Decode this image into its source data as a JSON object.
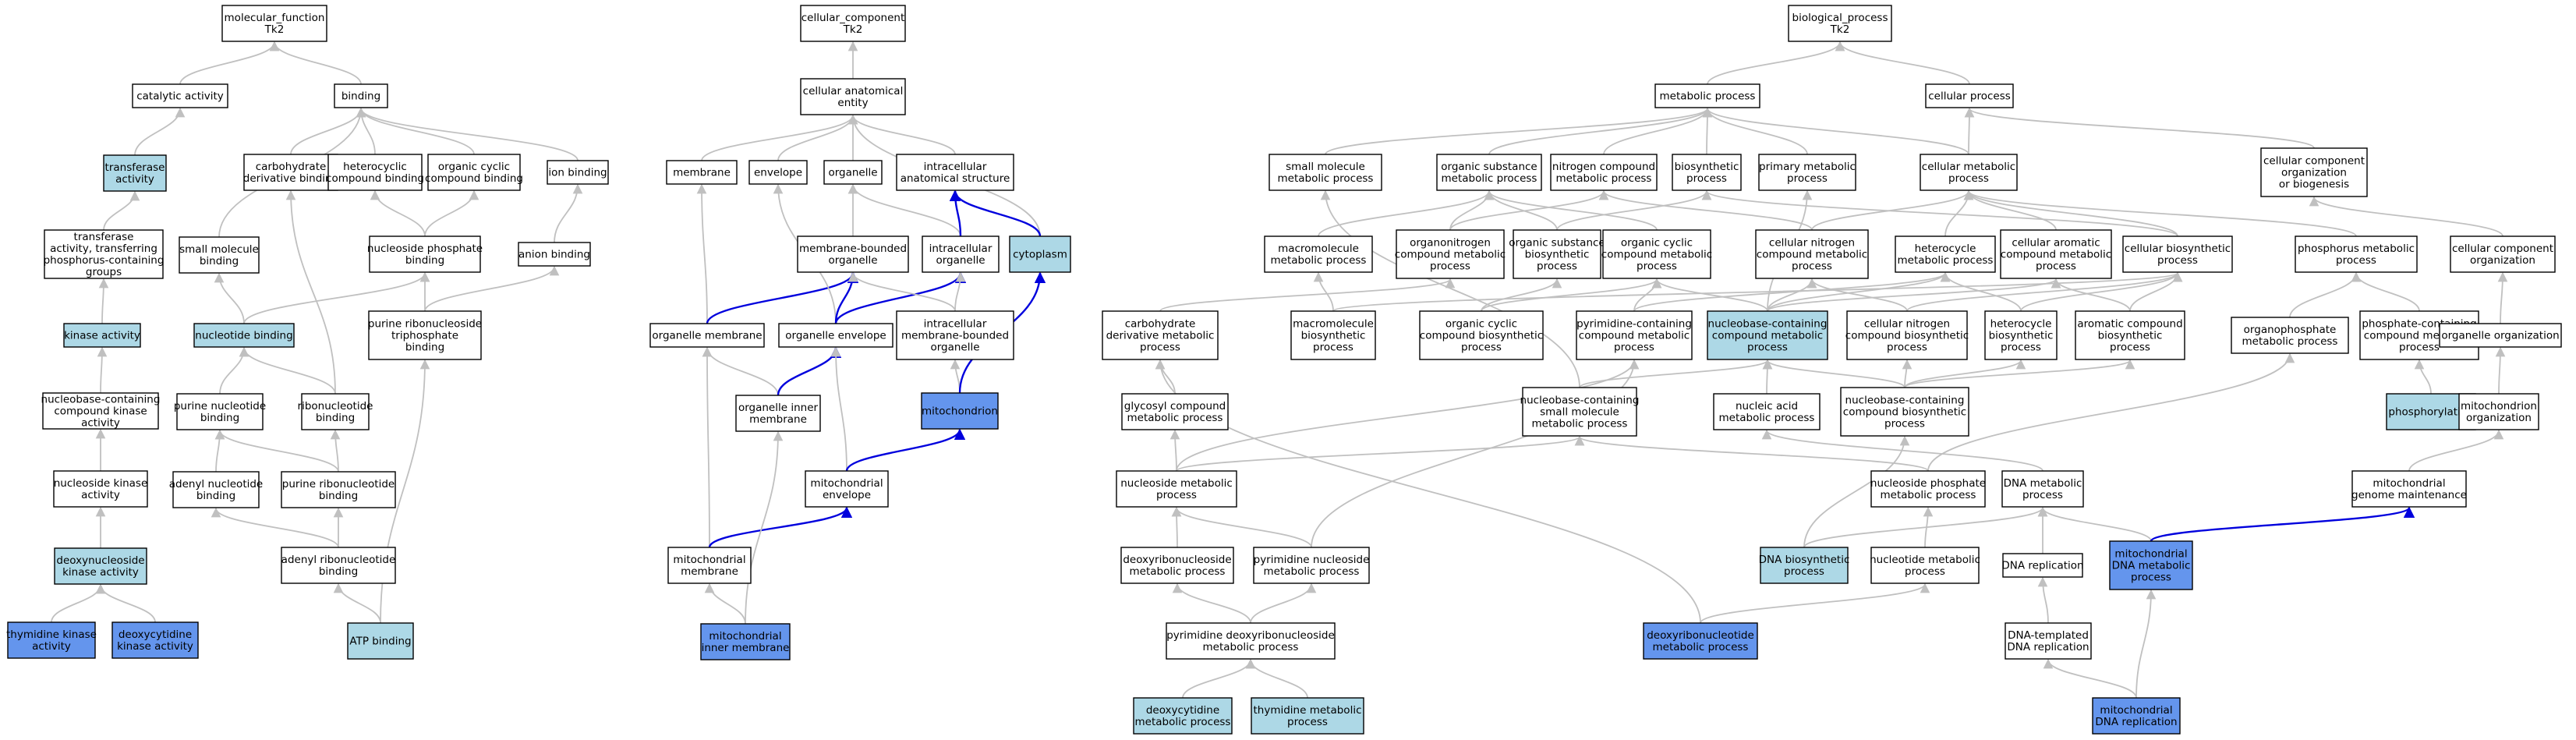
{
  "colors": {
    "plain": "#ffffff",
    "light": "#add8e6",
    "dark": "#6495ed",
    "gray_edge": "#c0c0c0",
    "blue_edge": "#0000dd"
  },
  "nodes": [
    {
      "id": "mf",
      "lines": [
        "molecular_function",
        "Tk2"
      ],
      "fill": "plain"
    },
    {
      "id": "cat",
      "lines": [
        "catalytic activity"
      ],
      "fill": "plain"
    },
    {
      "id": "bind",
      "lines": [
        "binding"
      ],
      "fill": "plain"
    },
    {
      "id": "trans",
      "lines": [
        "transferase",
        "activity"
      ],
      "fill": "light"
    },
    {
      "id": "tphos",
      "lines": [
        "transferase",
        "activity, transferring",
        "phosphorus-containing",
        "groups"
      ],
      "fill": "plain"
    },
    {
      "id": "kin",
      "lines": [
        "kinase activity"
      ],
      "fill": "light"
    },
    {
      "id": "nbcck",
      "lines": [
        "nucleobase-containing",
        "compound kinase",
        "activity"
      ],
      "fill": "plain"
    },
    {
      "id": "nsk",
      "lines": [
        "nucleoside kinase",
        "activity"
      ],
      "fill": "plain"
    },
    {
      "id": "dnk",
      "lines": [
        "deoxynucleoside",
        "kinase activity"
      ],
      "fill": "light"
    },
    {
      "id": "tk",
      "lines": [
        "thymidine kinase",
        "activity"
      ],
      "fill": "dark"
    },
    {
      "id": "dck",
      "lines": [
        "deoxycytidine",
        "kinase activity"
      ],
      "fill": "dark"
    },
    {
      "id": "smb",
      "lines": [
        "small molecule",
        "binding"
      ],
      "fill": "plain"
    },
    {
      "id": "nucb",
      "lines": [
        "nucleotide binding"
      ],
      "fill": "light"
    },
    {
      "id": "carb",
      "lines": [
        "carbohydrate",
        "derivative binding"
      ],
      "fill": "plain"
    },
    {
      "id": "hetb",
      "lines": [
        "heterocyclic",
        "compound binding"
      ],
      "fill": "plain"
    },
    {
      "id": "ocb",
      "lines": [
        "organic cyclic",
        "compound binding"
      ],
      "fill": "plain"
    },
    {
      "id": "ionb",
      "lines": [
        "ion binding"
      ],
      "fill": "plain"
    },
    {
      "id": "anb",
      "lines": [
        "anion binding"
      ],
      "fill": "plain"
    },
    {
      "id": "npb",
      "lines": [
        "nucleoside phosphate",
        "binding"
      ],
      "fill": "plain"
    },
    {
      "id": "prntb",
      "lines": [
        "purine ribonucleoside",
        "triphosphate",
        "binding"
      ],
      "fill": "plain"
    },
    {
      "id": "purnb",
      "lines": [
        "purine nucleotide",
        "binding"
      ],
      "fill": "plain"
    },
    {
      "id": "ribob",
      "lines": [
        "ribonucleotide",
        "binding"
      ],
      "fill": "plain"
    },
    {
      "id": "adnb",
      "lines": [
        "adenyl nucleotide",
        "binding"
      ],
      "fill": "plain"
    },
    {
      "id": "purrb",
      "lines": [
        "purine ribonucleotide",
        "binding"
      ],
      "fill": "plain"
    },
    {
      "id": "adrb",
      "lines": [
        "adenyl ribonucleotide",
        "binding"
      ],
      "fill": "plain"
    },
    {
      "id": "atpb",
      "lines": [
        "ATP binding"
      ],
      "fill": "light"
    },
    {
      "id": "cc",
      "lines": [
        "cellular_component",
        "Tk2"
      ],
      "fill": "plain"
    },
    {
      "id": "cae",
      "lines": [
        "cellular anatomical",
        "entity"
      ],
      "fill": "plain"
    },
    {
      "id": "mem",
      "lines": [
        "membrane"
      ],
      "fill": "plain"
    },
    {
      "id": "env",
      "lines": [
        "envelope"
      ],
      "fill": "plain"
    },
    {
      "id": "org",
      "lines": [
        "organelle"
      ],
      "fill": "plain"
    },
    {
      "id": "ias",
      "lines": [
        "intracellular",
        "anatomical structure"
      ],
      "fill": "plain"
    },
    {
      "id": "mbo",
      "lines": [
        "membrane-bounded",
        "organelle"
      ],
      "fill": "plain"
    },
    {
      "id": "io",
      "lines": [
        "intracellular",
        "organelle"
      ],
      "fill": "plain"
    },
    {
      "id": "cyto",
      "lines": [
        "cytoplasm"
      ],
      "fill": "light"
    },
    {
      "id": "om",
      "lines": [
        "organelle membrane"
      ],
      "fill": "plain"
    },
    {
      "id": "oenv",
      "lines": [
        "organelle envelope"
      ],
      "fill": "plain"
    },
    {
      "id": "imbo",
      "lines": [
        "intracellular",
        "membrane-bounded",
        "organelle"
      ],
      "fill": "plain"
    },
    {
      "id": "oim",
      "lines": [
        "organelle inner",
        "membrane"
      ],
      "fill": "plain"
    },
    {
      "id": "mito",
      "lines": [
        "mitochondrion"
      ],
      "fill": "dark"
    },
    {
      "id": "menv",
      "lines": [
        "mitochondrial",
        "envelope"
      ],
      "fill": "plain"
    },
    {
      "id": "mmem",
      "lines": [
        "mitochondrial",
        "membrane"
      ],
      "fill": "plain"
    },
    {
      "id": "mim",
      "lines": [
        "mitochondrial",
        "inner membrane"
      ],
      "fill": "dark"
    },
    {
      "id": "bp",
      "lines": [
        "biological_process",
        "Tk2"
      ],
      "fill": "plain"
    },
    {
      "id": "mp",
      "lines": [
        "metabolic process"
      ],
      "fill": "plain"
    },
    {
      "id": "cp",
      "lines": [
        "cellular process"
      ],
      "fill": "plain"
    },
    {
      "id": "smmp",
      "lines": [
        "small molecule",
        "metabolic process"
      ],
      "fill": "plain"
    },
    {
      "id": "osmp",
      "lines": [
        "organic substance",
        "metabolic process"
      ],
      "fill": "plain"
    },
    {
      "id": "ncmp",
      "lines": [
        "nitrogen compound",
        "metabolic process"
      ],
      "fill": "plain"
    },
    {
      "id": "bsp",
      "lines": [
        "biosynthetic",
        "process"
      ],
      "fill": "plain"
    },
    {
      "id": "pmp",
      "lines": [
        "primary metabolic",
        "process"
      ],
      "fill": "plain"
    },
    {
      "id": "cmp",
      "lines": [
        "cellular metabolic",
        "process"
      ],
      "fill": "plain"
    },
    {
      "id": "ccob",
      "lines": [
        "cellular component",
        "organization",
        "or biogenesis"
      ],
      "fill": "plain"
    },
    {
      "id": "mmp",
      "lines": [
        "macromolecule",
        "metabolic process"
      ],
      "fill": "plain"
    },
    {
      "id": "oncmp",
      "lines": [
        "organonitrogen",
        "compound metabolic",
        "process"
      ],
      "fill": "plain"
    },
    {
      "id": "osbp",
      "lines": [
        "organic substance",
        "biosynthetic",
        "process"
      ],
      "fill": "plain"
    },
    {
      "id": "occmp",
      "lines": [
        "organic cyclic",
        "compound metabolic",
        "process"
      ],
      "fill": "plain"
    },
    {
      "id": "cncmp",
      "lines": [
        "cellular nitrogen",
        "compound metabolic",
        "process"
      ],
      "fill": "plain"
    },
    {
      "id": "hmp",
      "lines": [
        "heterocycle",
        "metabolic process"
      ],
      "fill": "plain"
    },
    {
      "id": "cacmp",
      "lines": [
        "cellular aromatic",
        "compound metabolic",
        "process"
      ],
      "fill": "plain"
    },
    {
      "id": "cbp",
      "lines": [
        "cellular biosynthetic",
        "process"
      ],
      "fill": "plain"
    },
    {
      "id": "phmp",
      "lines": [
        "phosphorus metabolic",
        "process"
      ],
      "fill": "plain"
    },
    {
      "id": "cco",
      "lines": [
        "cellular component",
        "organization"
      ],
      "fill": "plain"
    },
    {
      "id": "cdmp",
      "lines": [
        "carbohydrate",
        "derivative metabolic",
        "process"
      ],
      "fill": "plain"
    },
    {
      "id": "mbp",
      "lines": [
        "macromolecule",
        "biosynthetic",
        "process"
      ],
      "fill": "plain"
    },
    {
      "id": "occbp",
      "lines": [
        "organic cyclic",
        "compound biosynthetic",
        "process"
      ],
      "fill": "plain"
    },
    {
      "id": "pycmp",
      "lines": [
        "pyrimidine-containing",
        "compound metabolic",
        "process"
      ],
      "fill": "plain"
    },
    {
      "id": "nbcmp",
      "lines": [
        "nucleobase-containing",
        "compound metabolic",
        "process"
      ],
      "fill": "light"
    },
    {
      "id": "cncbp",
      "lines": [
        "cellular nitrogen",
        "compound biosynthetic",
        "process"
      ],
      "fill": "plain"
    },
    {
      "id": "hbp",
      "lines": [
        "heterocycle",
        "biosynthetic",
        "process"
      ],
      "fill": "plain"
    },
    {
      "id": "acbp",
      "lines": [
        "aromatic compound",
        "biosynthetic",
        "process"
      ],
      "fill": "plain"
    },
    {
      "id": "opmp",
      "lines": [
        "organophosphate",
        "metabolic process"
      ],
      "fill": "plain"
    },
    {
      "id": "pccmp",
      "lines": [
        "phosphate-containing",
        "compound metabolic",
        "process"
      ],
      "fill": "plain"
    },
    {
      "id": "oo",
      "lines": [
        "organelle organization"
      ],
      "fill": "plain"
    },
    {
      "id": "gcmp",
      "lines": [
        "glycosyl compound",
        "metabolic process"
      ],
      "fill": "plain"
    },
    {
      "id": "nbsmmp",
      "lines": [
        "nucleobase-containing",
        "small molecule",
        "metabolic process"
      ],
      "fill": "plain"
    },
    {
      "id": "namp",
      "lines": [
        "nucleic acid",
        "metabolic process"
      ],
      "fill": "plain"
    },
    {
      "id": "nbcbp",
      "lines": [
        "nucleobase-containing",
        "compound biosynthetic",
        "process"
      ],
      "fill": "plain"
    },
    {
      "id": "phos",
      "lines": [
        "phosphorylation"
      ],
      "fill": "light"
    },
    {
      "id": "mo",
      "lines": [
        "mitochondrion",
        "organization"
      ],
      "fill": "plain"
    },
    {
      "id": "nsmp",
      "lines": [
        "nucleoside metabolic",
        "process"
      ],
      "fill": "plain"
    },
    {
      "id": "nspmp",
      "lines": [
        "nucleoside phosphate",
        "metabolic process"
      ],
      "fill": "plain"
    },
    {
      "id": "dnamp",
      "lines": [
        "DNA metabolic",
        "process"
      ],
      "fill": "plain"
    },
    {
      "id": "mgm",
      "lines": [
        "mitochondrial",
        "genome maintenance"
      ],
      "fill": "plain"
    },
    {
      "id": "dnmp",
      "lines": [
        "deoxyribonucleoside",
        "metabolic process"
      ],
      "fill": "plain"
    },
    {
      "id": "pnmp",
      "lines": [
        "pyrimidine nucleoside",
        "metabolic process"
      ],
      "fill": "plain"
    },
    {
      "id": "dnabp",
      "lines": [
        "DNA biosynthetic",
        "process"
      ],
      "fill": "light"
    },
    {
      "id": "ntmp",
      "lines": [
        "nucleotide metabolic",
        "process"
      ],
      "fill": "plain"
    },
    {
      "id": "dnarep",
      "lines": [
        "DNA replication"
      ],
      "fill": "plain"
    },
    {
      "id": "mdnamp",
      "lines": [
        "mitochondrial",
        "DNA metabolic",
        "process"
      ],
      "fill": "dark"
    },
    {
      "id": "pdnmp",
      "lines": [
        "pyrimidine deoxyribonucleoside",
        "metabolic process"
      ],
      "fill": "plain"
    },
    {
      "id": "drnmp",
      "lines": [
        "deoxyribonucleotide",
        "metabolic process"
      ],
      "fill": "dark"
    },
    {
      "id": "dtdr",
      "lines": [
        "DNA-templated",
        "DNA replication"
      ],
      "fill": "plain"
    },
    {
      "id": "dcmp",
      "lines": [
        "deoxycytidine",
        "metabolic process"
      ],
      "fill": "light"
    },
    {
      "id": "tmp",
      "lines": [
        "thymidine metabolic",
        "process"
      ],
      "fill": "light"
    },
    {
      "id": "mdnar",
      "lines": [
        "mitochondrial",
        "DNA replication"
      ],
      "fill": "dark"
    }
  ],
  "edges": [
    [
      "cat",
      "mf",
      "g"
    ],
    [
      "bind",
      "mf",
      "g"
    ],
    [
      "trans",
      "cat",
      "g"
    ],
    [
      "tphos",
      "trans",
      "g"
    ],
    [
      "kin",
      "tphos",
      "g"
    ],
    [
      "nbcck",
      "kin",
      "g"
    ],
    [
      "nsk",
      "nbcck",
      "g"
    ],
    [
      "dnk",
      "nsk",
      "g"
    ],
    [
      "tk",
      "dnk",
      "g"
    ],
    [
      "dck",
      "dnk",
      "g"
    ],
    [
      "smb",
      "bind",
      "g"
    ],
    [
      "carb",
      "bind",
      "g"
    ],
    [
      "hetb",
      "bind",
      "g"
    ],
    [
      "ocb",
      "bind",
      "g"
    ],
    [
      "ionb",
      "bind",
      "g"
    ],
    [
      "anb",
      "ionb",
      "g"
    ],
    [
      "npb",
      "hetb",
      "g"
    ],
    [
      "npb",
      "ocb",
      "g"
    ],
    [
      "nucb",
      "smb",
      "g"
    ],
    [
      "nucb",
      "npb",
      "g"
    ],
    [
      "prntb",
      "npb",
      "g"
    ],
    [
      "prntb",
      "anb",
      "g"
    ],
    [
      "purnb",
      "nucb",
      "g"
    ],
    [
      "ribob",
      "nucb",
      "g"
    ],
    [
      "ribob",
      "carb",
      "g"
    ],
    [
      "adnb",
      "purnb",
      "g"
    ],
    [
      "purrb",
      "purnb",
      "g"
    ],
    [
      "purrb",
      "ribob",
      "g"
    ],
    [
      "adrb",
      "adnb",
      "g"
    ],
    [
      "adrb",
      "purrb",
      "g"
    ],
    [
      "atpb",
      "adrb",
      "g"
    ],
    [
      "atpb",
      "prntb",
      "g"
    ],
    [
      "cae",
      "cc",
      "g"
    ],
    [
      "mem",
      "cae",
      "g"
    ],
    [
      "env",
      "cae",
      "g"
    ],
    [
      "org",
      "cae",
      "g"
    ],
    [
      "ias",
      "cae",
      "g"
    ],
    [
      "cyto",
      "cae",
      "g"
    ],
    [
      "mbo",
      "org",
      "g"
    ],
    [
      "io",
      "org",
      "g"
    ],
    [
      "io",
      "ias",
      "b"
    ],
    [
      "cyto",
      "ias",
      "b"
    ],
    [
      "om",
      "mem",
      "g"
    ],
    [
      "om",
      "mbo",
      "b"
    ],
    [
      "oenv",
      "env",
      "g"
    ],
    [
      "oenv",
      "mbo",
      "b"
    ],
    [
      "oenv",
      "io",
      "b"
    ],
    [
      "imbo",
      "mbo",
      "g"
    ],
    [
      "imbo",
      "io",
      "g"
    ],
    [
      "oim",
      "om",
      "g"
    ],
    [
      "oim",
      "oenv",
      "b"
    ],
    [
      "mito",
      "imbo",
      "g"
    ],
    [
      "mito",
      "cyto",
      "b"
    ],
    [
      "menv",
      "oenv",
      "g"
    ],
    [
      "menv",
      "mito",
      "b"
    ],
    [
      "mmem",
      "om",
      "g"
    ],
    [
      "mmem",
      "menv",
      "b"
    ],
    [
      "mim",
      "oim",
      "g"
    ],
    [
      "mim",
      "mmem",
      "g"
    ],
    [
      "mp",
      "bp",
      "g"
    ],
    [
      "cp",
      "bp",
      "g"
    ],
    [
      "smmp",
      "mp",
      "g"
    ],
    [
      "osmp",
      "mp",
      "g"
    ],
    [
      "ncmp",
      "mp",
      "g"
    ],
    [
      "bsp",
      "mp",
      "g"
    ],
    [
      "pmp",
      "mp",
      "g"
    ],
    [
      "cmp",
      "mp",
      "g"
    ],
    [
      "cmp",
      "cp",
      "g"
    ],
    [
      "ccob",
      "cp",
      "g"
    ],
    [
      "mmp",
      "osmp",
      "g"
    ],
    [
      "oncmp",
      "osmp",
      "g"
    ],
    [
      "oncmp",
      "ncmp",
      "g"
    ],
    [
      "osbp",
      "osmp",
      "g"
    ],
    [
      "osbp",
      "bsp",
      "g"
    ],
    [
      "occmp",
      "osmp",
      "g"
    ],
    [
      "cncmp",
      "ncmp",
      "g"
    ],
    [
      "cncmp",
      "cmp",
      "g"
    ],
    [
      "hmp",
      "cmp",
      "g"
    ],
    [
      "cacmp",
      "cmp",
      "g"
    ],
    [
      "cbp",
      "cmp",
      "g"
    ],
    [
      "cbp",
      "bsp",
      "g"
    ],
    [
      "phmp",
      "cmp",
      "g"
    ],
    [
      "cco",
      "ccob",
      "g"
    ],
    [
      "cdmp",
      "oncmp",
      "g"
    ],
    [
      "mbp",
      "mmp",
      "g"
    ],
    [
      "mbp",
      "cbp",
      "g"
    ],
    [
      "occbp",
      "occmp",
      "g"
    ],
    [
      "occbp",
      "osbp",
      "g"
    ],
    [
      "pycmp",
      "occmp",
      "g"
    ],
    [
      "pycmp",
      "hmp",
      "g"
    ],
    [
      "nbcmp",
      "cncmp",
      "g"
    ],
    [
      "nbcmp",
      "hmp",
      "g"
    ],
    [
      "nbcmp",
      "occmp",
      "g"
    ],
    [
      "nbcmp",
      "cacmp",
      "g"
    ],
    [
      "nbcmp",
      "pmp",
      "g"
    ],
    [
      "cncbp",
      "cncmp",
      "g"
    ],
    [
      "cncbp",
      "cbp",
      "g"
    ],
    [
      "hbp",
      "hmp",
      "g"
    ],
    [
      "hbp",
      "cbp",
      "g"
    ],
    [
      "acbp",
      "cacmp",
      "g"
    ],
    [
      "acbp",
      "cbp",
      "g"
    ],
    [
      "opmp",
      "phmp",
      "g"
    ],
    [
      "pccmp",
      "phmp",
      "g"
    ],
    [
      "oo",
      "cco",
      "g"
    ],
    [
      "gcmp",
      "cdmp",
      "g"
    ],
    [
      "nbsmmp",
      "nbcmp",
      "g"
    ],
    [
      "nbsmmp",
      "smmp",
      "g"
    ],
    [
      "namp",
      "nbcmp",
      "g"
    ],
    [
      "nbcbp",
      "nbcmp",
      "g"
    ],
    [
      "nbcbp",
      "cncbp",
      "g"
    ],
    [
      "nbcbp",
      "hbp",
      "g"
    ],
    [
      "nbcbp",
      "acbp",
      "g"
    ],
    [
      "phos",
      "pccmp",
      "g"
    ],
    [
      "mo",
      "oo",
      "g"
    ],
    [
      "nsmp",
      "gcmp",
      "g"
    ],
    [
      "nsmp",
      "nbsmmp",
      "g"
    ],
    [
      "nsmp",
      "pycmp",
      "g"
    ],
    [
      "nspmp",
      "nbsmmp",
      "g"
    ],
    [
      "nspmp",
      "opmp",
      "g"
    ],
    [
      "dnamp",
      "namp",
      "g"
    ],
    [
      "mgm",
      "mo",
      "g"
    ],
    [
      "dnmp",
      "nsmp",
      "g"
    ],
    [
      "pnmp",
      "nsmp",
      "g"
    ],
    [
      "pnmp",
      "pycmp",
      "g"
    ],
    [
      "dnabp",
      "dnamp",
      "g"
    ],
    [
      "dnabp",
      "nbcbp",
      "g"
    ],
    [
      "ntmp",
      "nspmp",
      "g"
    ],
    [
      "dnarep",
      "dnamp",
      "g"
    ],
    [
      "mdnamp",
      "dnamp",
      "g"
    ],
    [
      "mdnamp",
      "mgm",
      "b"
    ],
    [
      "pdnmp",
      "dnmp",
      "g"
    ],
    [
      "pdnmp",
      "pnmp",
      "g"
    ],
    [
      "drnmp",
      "ntmp",
      "g"
    ],
    [
      "drnmp",
      "cdmp",
      "g"
    ],
    [
      "dtdr",
      "dnarep",
      "g"
    ],
    [
      "dcmp",
      "pdnmp",
      "g"
    ],
    [
      "tmp",
      "pdnmp",
      "g"
    ],
    [
      "mdnar",
      "mdnamp",
      "g"
    ],
    [
      "mdnar",
      "dtdr",
      "g"
    ]
  ]
}
